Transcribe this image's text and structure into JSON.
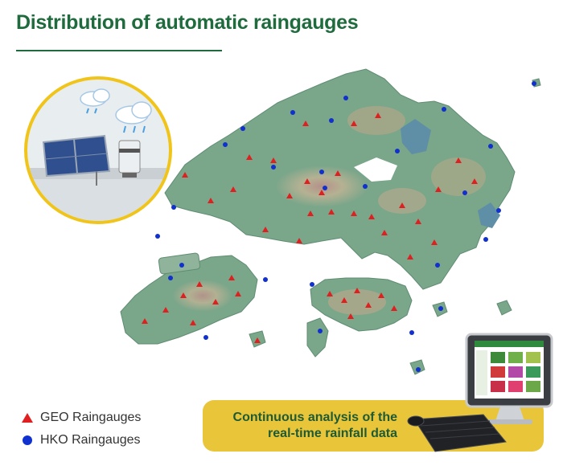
{
  "title": "Distribution of automatic raingauges",
  "colors": {
    "title_green": "#1f6b3d",
    "accent_yellow": "#e9c53a",
    "geo_marker": "#e02020",
    "hko_marker": "#1030d0",
    "land": "#7aa68a",
    "water": "#5e8fa6"
  },
  "legend": {
    "items": [
      {
        "label": "GEO Raingauges",
        "symbol": "triangle",
        "color": "#e02020"
      },
      {
        "label": "HKO Raingauges",
        "symbol": "circle",
        "color": "#1030d0"
      }
    ]
  },
  "banner": {
    "line1": "Continuous analysis of the",
    "line2": "real-time rainfall data"
  },
  "icons": [
    "raingauge-solar-panel-icon",
    "rain-cloud-icon",
    "computer-monitor-icon",
    "keyboard-icon",
    "mouse-icon"
  ]
}
